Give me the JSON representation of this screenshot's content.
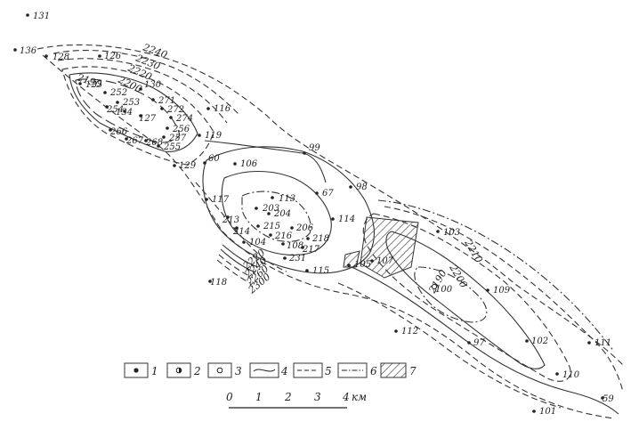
{
  "contours": [
    {
      "id": "c2190-nw",
      "label": "2190"
    },
    {
      "id": "c2200-nw",
      "label": "2200"
    },
    {
      "id": "c2220-nw",
      "label": "2220"
    },
    {
      "id": "c2230-nw",
      "label": "2230"
    },
    {
      "id": "c2240-nw",
      "label": "2240"
    },
    {
      "id": "c2190-se",
      "label": "2190"
    },
    {
      "id": "c2200-se",
      "label": "2200"
    },
    {
      "id": "c2210-se",
      "label": "2210"
    },
    {
      "id": "c2220-bl",
      "label": "2220"
    },
    {
      "id": "c2240-bl",
      "label": "2240"
    },
    {
      "id": "c2260-bl",
      "label": "2260"
    },
    {
      "id": "c2300-bl",
      "label": "2300"
    }
  ],
  "wells": [
    {
      "id": "131",
      "label": "131",
      "type": 1
    },
    {
      "id": "136",
      "label": "136",
      "type": 1
    },
    {
      "id": "128",
      "label": "128",
      "type": 1
    },
    {
      "id": "126",
      "label": "126",
      "type": 1
    },
    {
      "id": "125",
      "label": "125",
      "type": 1
    },
    {
      "id": "252",
      "label": "252",
      "type": 1
    },
    {
      "id": "130",
      "label": "130",
      "type": 1
    },
    {
      "id": "253",
      "label": "253",
      "type": 1
    },
    {
      "id": "271",
      "label": "271",
      "type": 1
    },
    {
      "id": "254",
      "label": "254",
      "type": 1
    },
    {
      "id": "272",
      "label": "272",
      "type": 1
    },
    {
      "id": "134",
      "label": "134",
      "type": 1
    },
    {
      "id": "127",
      "label": "127",
      "type": 1
    },
    {
      "id": "274",
      "label": "274",
      "type": 1
    },
    {
      "id": "256",
      "label": "256",
      "type": 1
    },
    {
      "id": "266",
      "label": "266",
      "type": 1
    },
    {
      "id": "257",
      "label": "257",
      "type": 1
    },
    {
      "id": "267",
      "label": "267",
      "type": 1
    },
    {
      "id": "268",
      "label": "268",
      "type": 1
    },
    {
      "id": "255",
      "label": "255",
      "type": 1
    },
    {
      "id": "116",
      "label": "116",
      "type": 1
    },
    {
      "id": "119",
      "label": "119",
      "type": 1
    },
    {
      "id": "99",
      "label": "99",
      "type": 1
    },
    {
      "id": "129",
      "label": "129",
      "type": 1
    },
    {
      "id": "60",
      "label": "60",
      "type": 1
    },
    {
      "id": "106",
      "label": "106",
      "type": 1
    },
    {
      "id": "98",
      "label": "98",
      "type": 1
    },
    {
      "id": "67",
      "label": "67",
      "type": 1
    },
    {
      "id": "117",
      "label": "117",
      "type": 1
    },
    {
      "id": "113",
      "label": "113",
      "type": 1
    },
    {
      "id": "203",
      "label": "203",
      "type": 1
    },
    {
      "id": "204",
      "label": "204",
      "type": 1
    },
    {
      "id": "213",
      "label": "213",
      "type": 1
    },
    {
      "id": "214",
      "label": "214",
      "type": 1
    },
    {
      "id": "215",
      "label": "215",
      "type": 1
    },
    {
      "id": "206",
      "label": "206",
      "type": 1
    },
    {
      "id": "216",
      "label": "216",
      "type": 1
    },
    {
      "id": "114",
      "label": "114",
      "type": 1
    },
    {
      "id": "104",
      "label": "104",
      "type": 1
    },
    {
      "id": "108",
      "label": "108",
      "type": 1
    },
    {
      "id": "217",
      "label": "217",
      "type": 1
    },
    {
      "id": "218",
      "label": "218",
      "type": 1
    },
    {
      "id": "231",
      "label": "231",
      "type": 1
    },
    {
      "id": "103",
      "label": "103",
      "type": 1
    },
    {
      "id": "115",
      "label": "115",
      "type": 1
    },
    {
      "id": "105",
      "label": "105",
      "type": 1
    },
    {
      "id": "107",
      "label": "107",
      "type": 1
    },
    {
      "id": "118",
      "label": "118",
      "type": 1
    },
    {
      "id": "100",
      "label": "100",
      "type": 3
    },
    {
      "id": "109",
      "label": "109",
      "type": 1
    },
    {
      "id": "112",
      "label": "112",
      "type": 1
    },
    {
      "id": "97",
      "label": "97",
      "type": 1
    },
    {
      "id": "102",
      "label": "102",
      "type": 1
    },
    {
      "id": "111",
      "label": "111",
      "type": 1
    },
    {
      "id": "110",
      "label": "110",
      "type": 1
    },
    {
      "id": "59",
      "label": "59",
      "type": 1
    },
    {
      "id": "101",
      "label": "101",
      "type": 1
    }
  ],
  "legend": [
    {
      "num": "1",
      "symbol": "dot"
    },
    {
      "num": "2",
      "symbol": "half-dot"
    },
    {
      "num": "3",
      "symbol": "circle"
    },
    {
      "num": "4",
      "symbol": "solid-line"
    },
    {
      "num": "5",
      "symbol": "dashed-line"
    },
    {
      "num": "6",
      "symbol": "dash-dot-line"
    },
    {
      "num": "7",
      "symbol": "hatch"
    }
  ],
  "scale_bar": {
    "ticks": [
      "0",
      "1",
      "2",
      "3",
      "4"
    ],
    "unit": "км"
  }
}
